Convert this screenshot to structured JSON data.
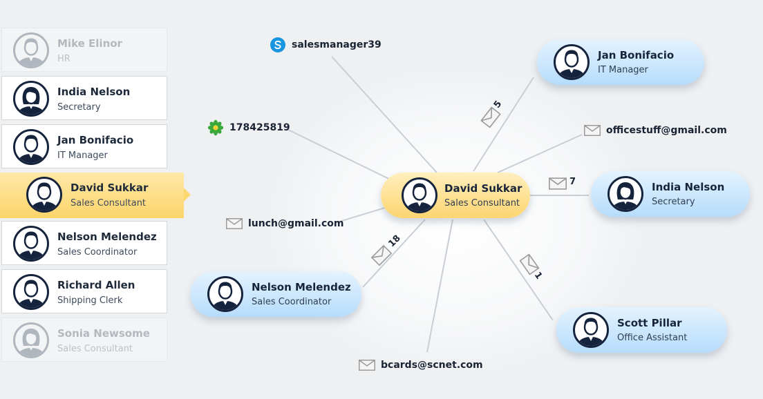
{
  "sidebar": {
    "items": [
      {
        "name": "Mike Elinor",
        "role": "HR",
        "gender": "male",
        "state": "faded"
      },
      {
        "name": "India Nelson",
        "role": "Secretary",
        "gender": "female",
        "state": "normal"
      },
      {
        "name": "Jan Bonifacio",
        "role": "IT Manager",
        "gender": "male",
        "state": "normal"
      },
      {
        "name": "David Sukkar",
        "role": "Sales Consultant",
        "gender": "male",
        "state": "active"
      },
      {
        "name": "Nelson Melendez",
        "role": "Sales Coordinator",
        "gender": "male",
        "state": "normal"
      },
      {
        "name": "Richard Allen",
        "role": "Shipping Clerk",
        "gender": "male",
        "state": "normal"
      },
      {
        "name": "Sonia Newsome",
        "role": "Sales Consultant",
        "gender": "female",
        "state": "faded"
      }
    ]
  },
  "graph": {
    "center": {
      "name": "David Sukkar",
      "role": "Sales Consultant",
      "gender": "male"
    },
    "nodes": [
      {
        "key": "jan",
        "name": "Jan Bonifacio",
        "role": "IT Manager",
        "gender": "male",
        "email_count": "5"
      },
      {
        "key": "india",
        "name": "India Nelson",
        "role": "Secretary",
        "gender": "female",
        "email_count": "7"
      },
      {
        "key": "nelson",
        "name": "Nelson Melendez",
        "role": "Sales Coordinator",
        "gender": "male",
        "email_count": "18"
      },
      {
        "key": "scott",
        "name": "Scott Pillar",
        "role": "Office Assistant",
        "gender": "male",
        "email_count": "1"
      }
    ],
    "contacts": [
      {
        "key": "skype",
        "icon": "skype-icon",
        "text": "salesmanager39"
      },
      {
        "key": "icq",
        "icon": "icq-flower-icon",
        "text": "178425819"
      },
      {
        "key": "office",
        "icon": "envelope-icon",
        "text": "officestuff@gmail.com"
      },
      {
        "key": "lunch",
        "icon": "envelope-icon",
        "text": "lunch@gmail.com"
      },
      {
        "key": "bcards",
        "icon": "envelope-icon",
        "text": "bcards@scnet.com"
      }
    ]
  },
  "colors": {
    "avatar_navy": "#15233c",
    "node_blue": "#b6dcfb",
    "node_yellow": "#fdd571",
    "skype": "#1a95e0",
    "icq": "#3aa83a",
    "link_line": "#c9ced4"
  }
}
